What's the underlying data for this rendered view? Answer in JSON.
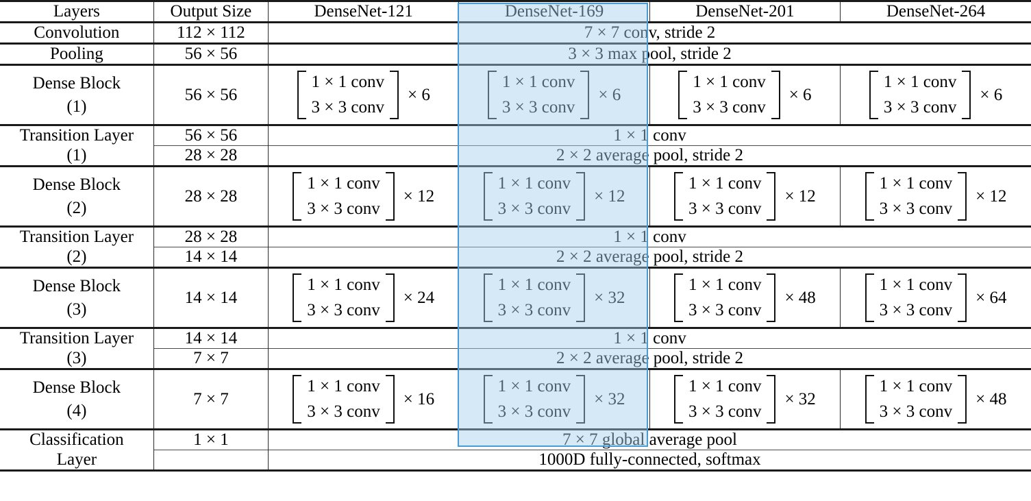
{
  "table": {
    "headers": [
      "Layers",
      "Output Size",
      "DenseNet-121",
      "DenseNet-169",
      "DenseNet-201",
      "DenseNet-264"
    ],
    "highlighted_column": "DenseNet-169",
    "highlight_color": "#a4ceee",
    "highlight_border_color": "#4a9ad4",
    "rows": [
      {
        "layer": "Convolution",
        "layer_sub": "",
        "output_size": "112 × 112",
        "kind": "span",
        "span_text": "7 × 7 conv, stride 2"
      },
      {
        "layer": "Pooling",
        "layer_sub": "",
        "output_size": "56 × 56",
        "kind": "span",
        "span_text": "3 × 3 max pool, stride 2"
      },
      {
        "layer": "Dense Block",
        "layer_sub": "(1)",
        "output_size": "56 × 56",
        "kind": "block",
        "block_lines": [
          "1 × 1 conv",
          "3 × 3 conv"
        ],
        "multipliers": [
          "× 6",
          "× 6",
          "× 6",
          "× 6"
        ]
      },
      {
        "layer": "Transition Layer",
        "layer_sub": "(1)",
        "kind": "transition",
        "sub_rows": [
          {
            "output_size": "56 × 56",
            "span_text": "1 × 1 conv"
          },
          {
            "output_size": "28 × 28",
            "span_text": "2 × 2 average pool, stride 2"
          }
        ]
      },
      {
        "layer": "Dense Block",
        "layer_sub": "(2)",
        "output_size": "28 × 28",
        "kind": "block",
        "block_lines": [
          "1 × 1 conv",
          "3 × 3 conv"
        ],
        "multipliers": [
          "× 12",
          "× 12",
          "× 12",
          "× 12"
        ]
      },
      {
        "layer": "Transition Layer",
        "layer_sub": "(2)",
        "kind": "transition",
        "sub_rows": [
          {
            "output_size": "28 × 28",
            "span_text": "1 × 1 conv"
          },
          {
            "output_size": "14 × 14",
            "span_text": "2 × 2 average pool, stride 2"
          }
        ]
      },
      {
        "layer": "Dense Block",
        "layer_sub": "(3)",
        "output_size": "14 × 14",
        "kind": "block",
        "block_lines": [
          "1 × 1 conv",
          "3 × 3 conv"
        ],
        "multipliers": [
          "× 24",
          "× 32",
          "× 48",
          "× 64"
        ]
      },
      {
        "layer": "Transition Layer",
        "layer_sub": "(3)",
        "kind": "transition",
        "sub_rows": [
          {
            "output_size": "14 × 14",
            "span_text": "1 × 1 conv"
          },
          {
            "output_size": "7 × 7",
            "span_text": "2 × 2 average pool, stride 2"
          }
        ]
      },
      {
        "layer": "Dense Block",
        "layer_sub": "(4)",
        "output_size": "7 × 7",
        "kind": "block",
        "block_lines": [
          "1 × 1 conv",
          "3 × 3 conv"
        ],
        "multipliers": [
          "× 16",
          "× 32",
          "× 32",
          "× 48"
        ]
      },
      {
        "layer": "Classification",
        "layer_sub": "Layer",
        "kind": "classification",
        "sub_rows": [
          {
            "output_size": "1 × 1",
            "span_text": "7 × 7 global average pool"
          },
          {
            "output_size": "",
            "span_text": "1000D fully-connected, softmax"
          }
        ]
      }
    ]
  }
}
